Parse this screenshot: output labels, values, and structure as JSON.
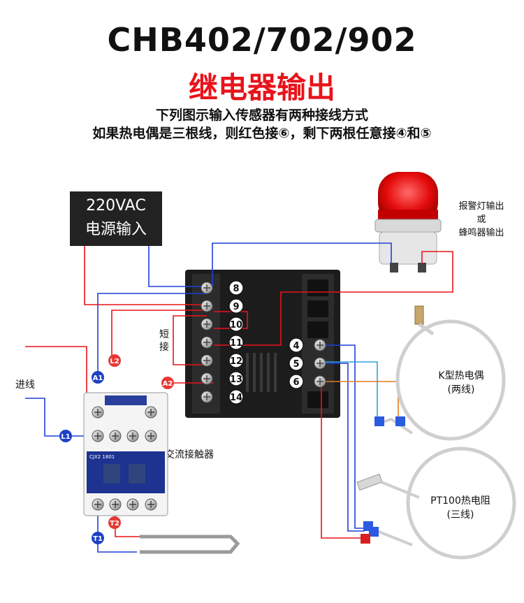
{
  "header": {
    "model": "CHB402/702/902",
    "subtitle": "继电器输出",
    "desc1": "下列图示输入传感器有两种接线方式",
    "desc2": "如果热电偶是三根线，则红色接⑥，剩下两根任意接④和⑤"
  },
  "power": {
    "line1": "220VAC",
    "line2": "电源输入"
  },
  "alarm": {
    "line1": "报警灯输出",
    "line2": "或",
    "line3": "蜂鸣器输出"
  },
  "controller": {
    "left_terminals": [
      "8",
      "9",
      "10",
      "11",
      "12",
      "13",
      "14"
    ],
    "right_terminals": [
      "4",
      "5",
      "6"
    ],
    "short_label_right": [
      "短",
      "接"
    ],
    "short_label_left": [
      "短",
      "接"
    ]
  },
  "contactor": {
    "label": "交流接触器",
    "model_text": "CJX2 1801",
    "tags": [
      "A1",
      "A2",
      "L1",
      "L2",
      "T1",
      "T2"
    ]
  },
  "inlet_label": "进线",
  "sensors": {
    "thermocouple": {
      "line1": "K型热电偶",
      "line2": "(两线)"
    },
    "rtd": {
      "line1": "PT100热电阻",
      "line2": "(三线)"
    }
  },
  "colors": {
    "red": "#e8131b",
    "blue": "#1f3fd8",
    "dark": "#222222",
    "tag_red": "#e53935",
    "tag_blue": "#1e40c8"
  }
}
